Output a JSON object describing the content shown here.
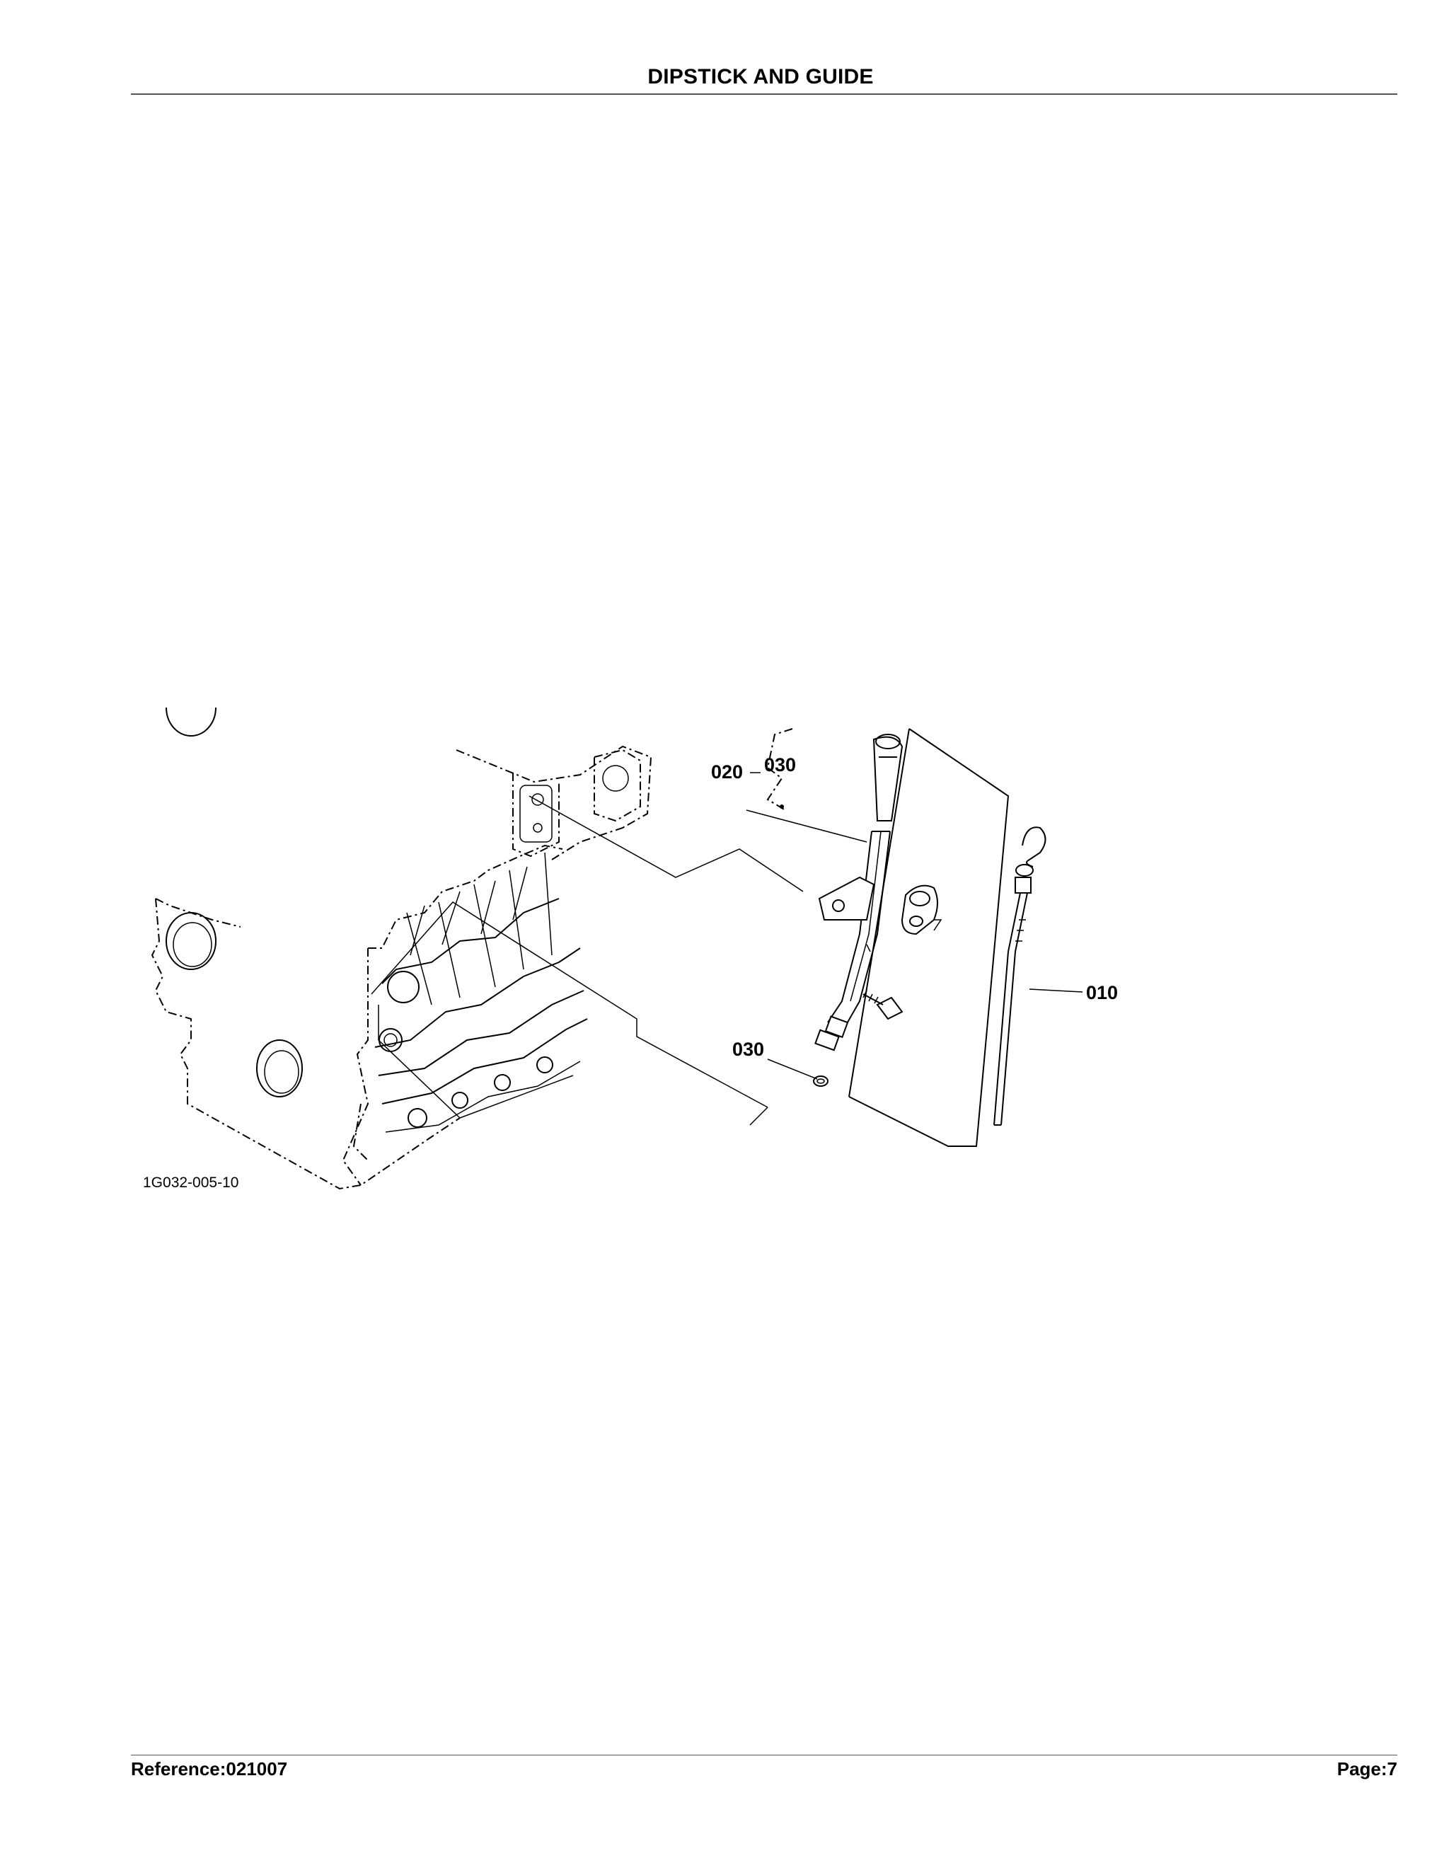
{
  "header": {
    "title": "DIPSTICK AND GUIDE"
  },
  "diagram": {
    "callouts": {
      "c010": "010",
      "c020": "020",
      "c030_top": "030",
      "c030_bottom": "030"
    },
    "figure_code": "1G032-005-10"
  },
  "footer": {
    "reference": "Reference:021007",
    "page": "Page:7"
  }
}
